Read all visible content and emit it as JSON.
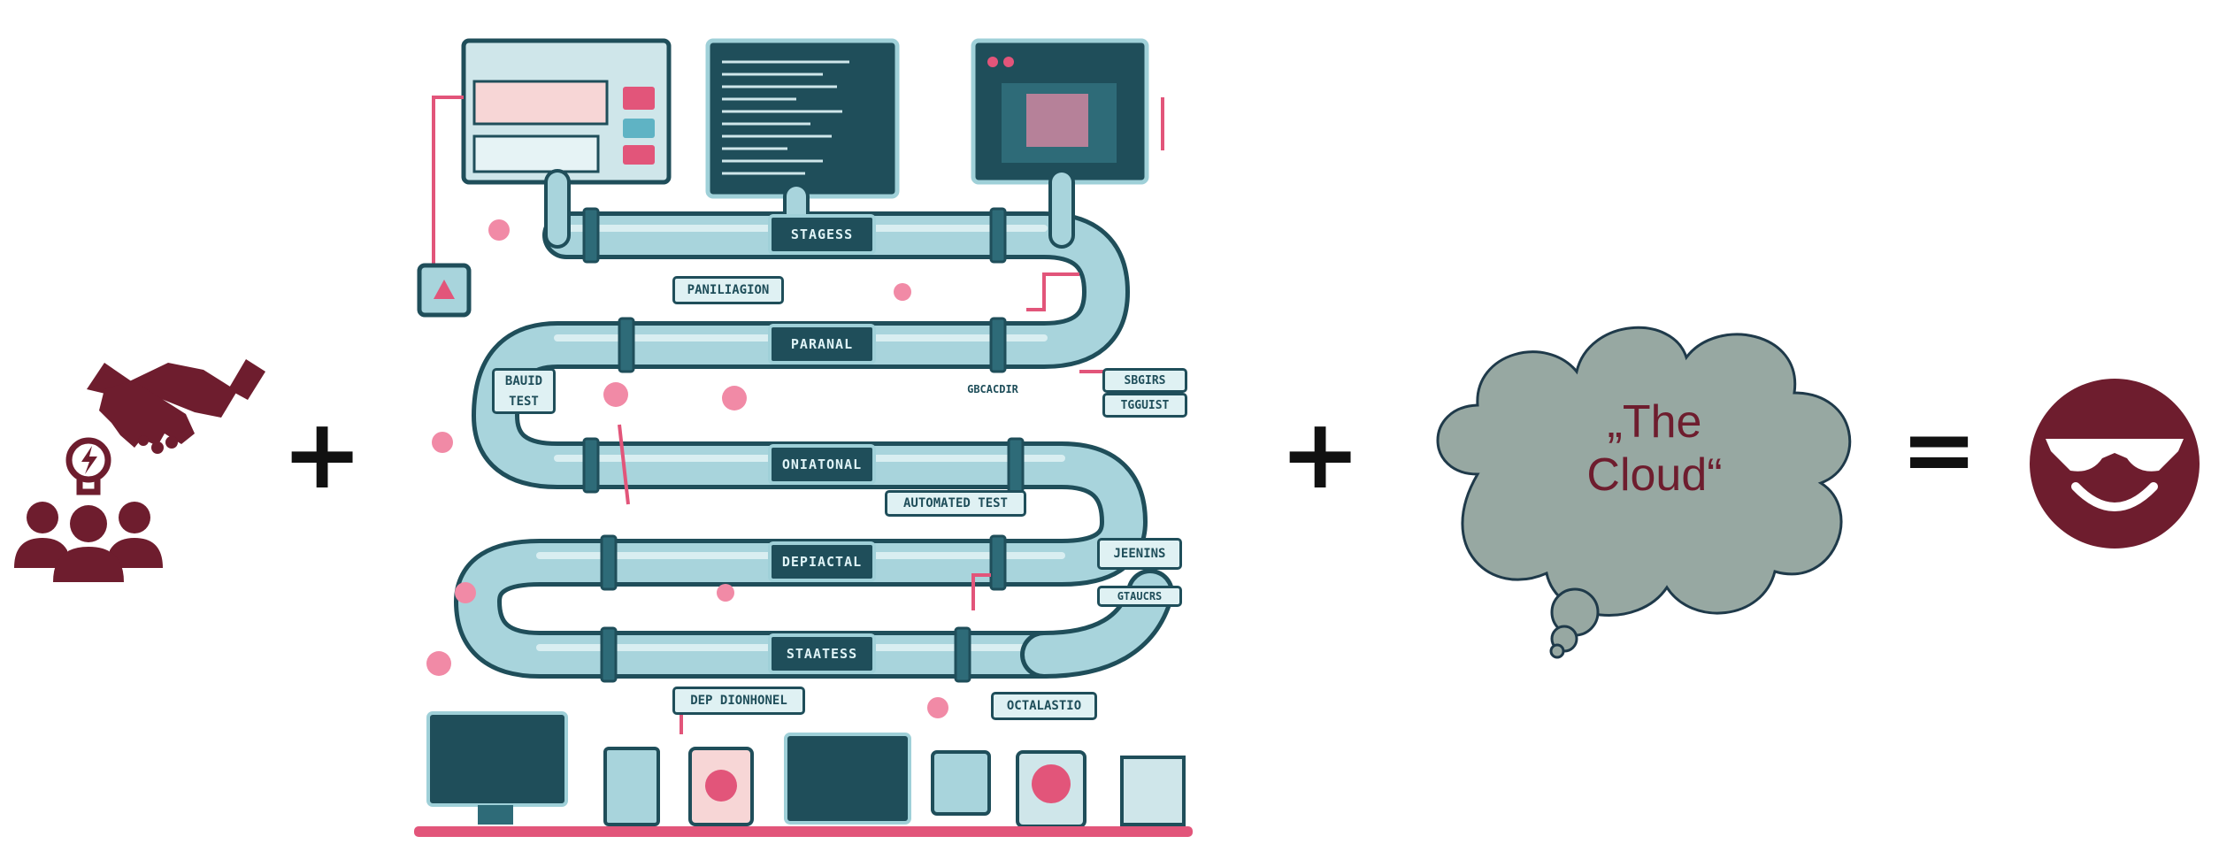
{
  "operators": {
    "plus_1": "+",
    "plus_2": "+",
    "equals": "="
  },
  "people_group": {
    "icons": [
      "handshake-icon",
      "lightbulb-icon",
      "people-icon"
    ],
    "color": "#6e1d2e"
  },
  "pipeline_illustration": {
    "pipe_labels": [
      "STAGESS",
      "PARANAL",
      "ONIATONAL",
      "DEPIACTAL",
      "STAATESS"
    ],
    "side_labels": {
      "paniliagion": "PANILIAGION",
      "bauid_test": [
        "BAUID",
        "TEST"
      ],
      "gbcacdir": "GBCACDIR",
      "sbgirs_tgguist": [
        "SBGIRS",
        "TGGUIST"
      ],
      "automated_test": "AUTOMATED TEST",
      "jeenins": "JEENINS",
      "gtaucrs": "GTAUCRS",
      "dep_dionhonel": "DEP DIONHONEL",
      "octalastio": "OCTALASTIO"
    },
    "colors": {
      "pipe": "#a8d4dc",
      "pipe_dark": "#1f4e5a",
      "accent": "#e2557a",
      "flower": "#f18aa6"
    }
  },
  "cloud": {
    "line1": "„The",
    "line2": "Cloud“",
    "fill": "#97a8a2",
    "text_color": "#6e1d2e"
  },
  "smiley": {
    "icon": "cool-smiley-icon",
    "color": "#6e1d2e"
  }
}
